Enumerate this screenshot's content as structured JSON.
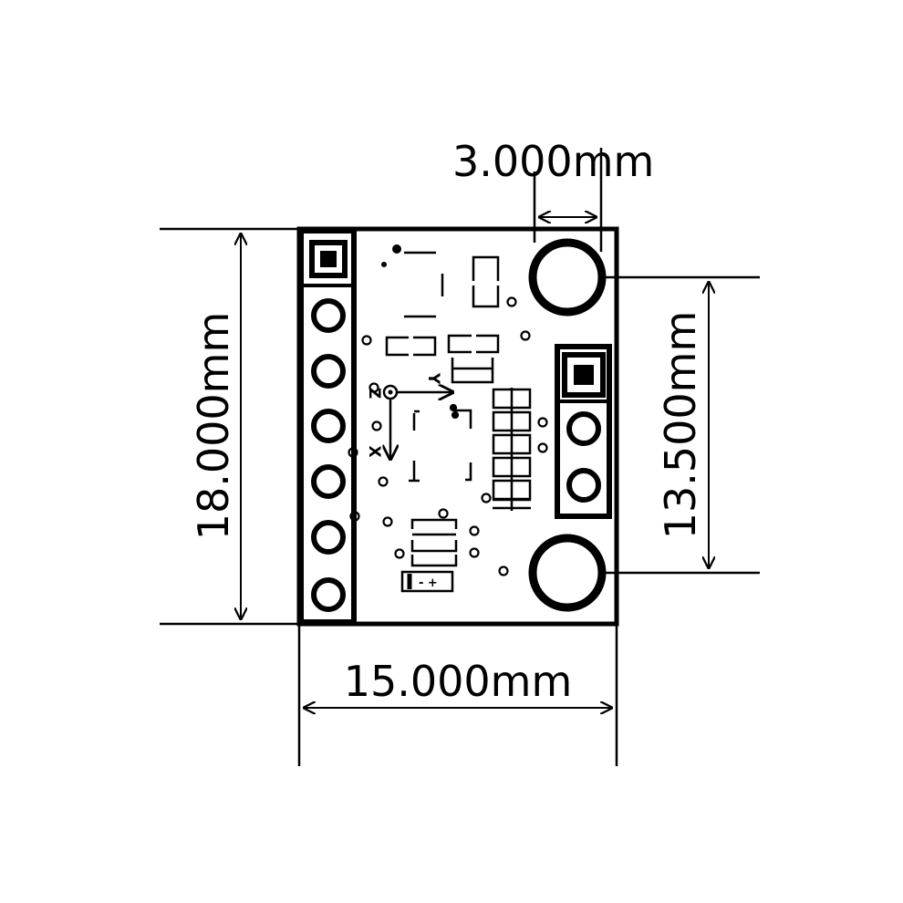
{
  "dimensions": {
    "hole_spacing_small": "3.000mm",
    "board_height": "18.000mm",
    "hole_spacing_vertical": "13.500mm",
    "board_width": "15.000mm"
  },
  "silkscreen": {
    "axis_y": "Y",
    "axis_z": "Z",
    "axis_x": "X",
    "polarity_symbol": "-   +"
  },
  "colors": {
    "line": "#000000",
    "background": "#ffffff"
  }
}
